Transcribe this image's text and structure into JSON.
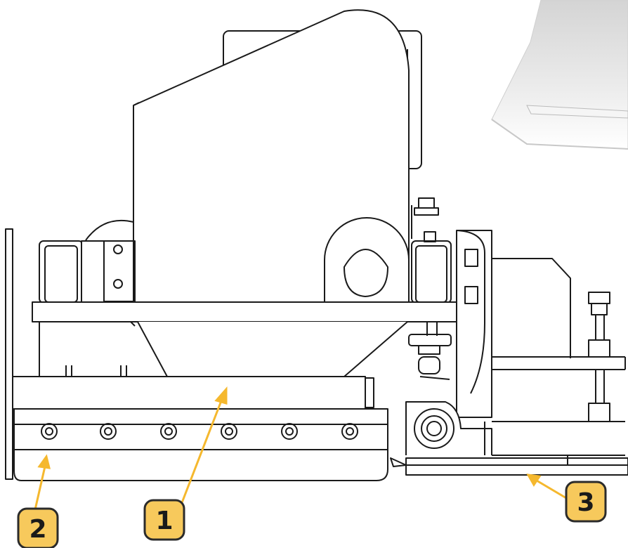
{
  "diagram": {
    "colors": {
      "line": "#1a1a1a",
      "background": "#ffffff",
      "callout_fill": "#f7c95c",
      "callout_border": "#2b2b2b",
      "arrow": "#f5b82e",
      "inset_fill": "#e6e6e6"
    },
    "callouts": [
      {
        "id": "1",
        "label": "1",
        "target": "blade-holder"
      },
      {
        "id": "2",
        "label": "2",
        "target": "cutting-edge"
      },
      {
        "id": "3",
        "label": "3",
        "target": "skid-plate"
      }
    ],
    "icons": {
      "bolt_heads": "hex-bolt-icon",
      "round_fasteners": "round-bolt-icon"
    }
  }
}
